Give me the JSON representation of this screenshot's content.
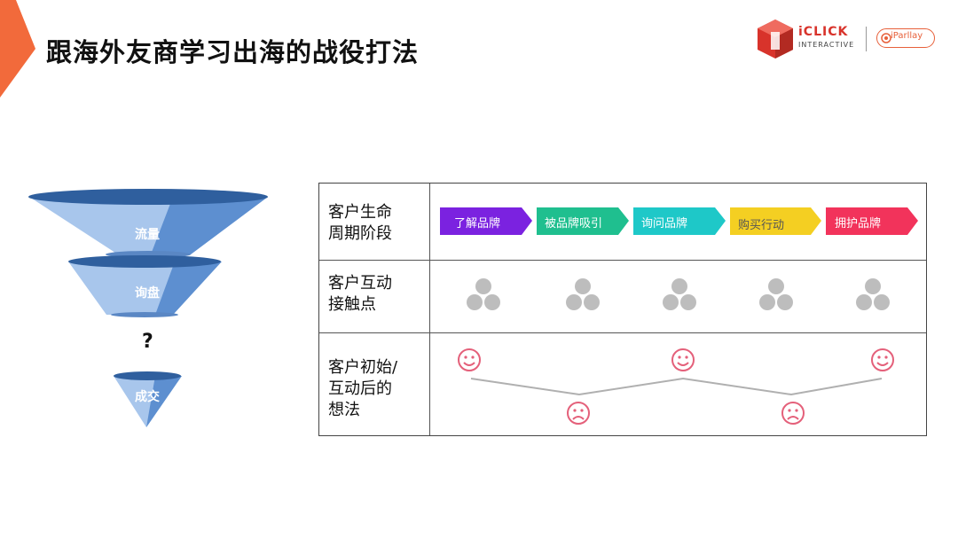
{
  "slide": {
    "title": "跟海外友商学习出海的战役打法",
    "accent_color": "#f26a3b"
  },
  "logos": {
    "iclick": "iCLICK",
    "iclick_sub": "INTERACTIVE",
    "iparllay": "iParllay"
  },
  "funnel": {
    "top": "流量",
    "middle": "询盘",
    "question": "?",
    "bottom": "成交",
    "color": "#6f9fd8"
  },
  "table": {
    "rows": [
      {
        "label_line1": "客户生命",
        "label_line2": "周期阶段"
      },
      {
        "label_line1": "客户互动",
        "label_line2": "接触点"
      },
      {
        "label_line1": "客户初始/",
        "label_line2": "互动后的",
        "label_line3": "想法"
      }
    ],
    "stages": [
      {
        "label": "了解品牌",
        "color": "#7b22e0"
      },
      {
        "label": "被品牌吸引",
        "color": "#1fbf8f"
      },
      {
        "label": "询问品牌",
        "color": "#1ec8c8"
      },
      {
        "label": "购买行动",
        "color": "#f4cf22"
      },
      {
        "label": "拥护品牌",
        "color": "#f2335b"
      }
    ],
    "touchpoint_icon": "people-group-icon",
    "mood_icons": [
      "smile-icon",
      "frown-icon",
      "smile-icon",
      "frown-icon",
      "smile-icon"
    ]
  }
}
